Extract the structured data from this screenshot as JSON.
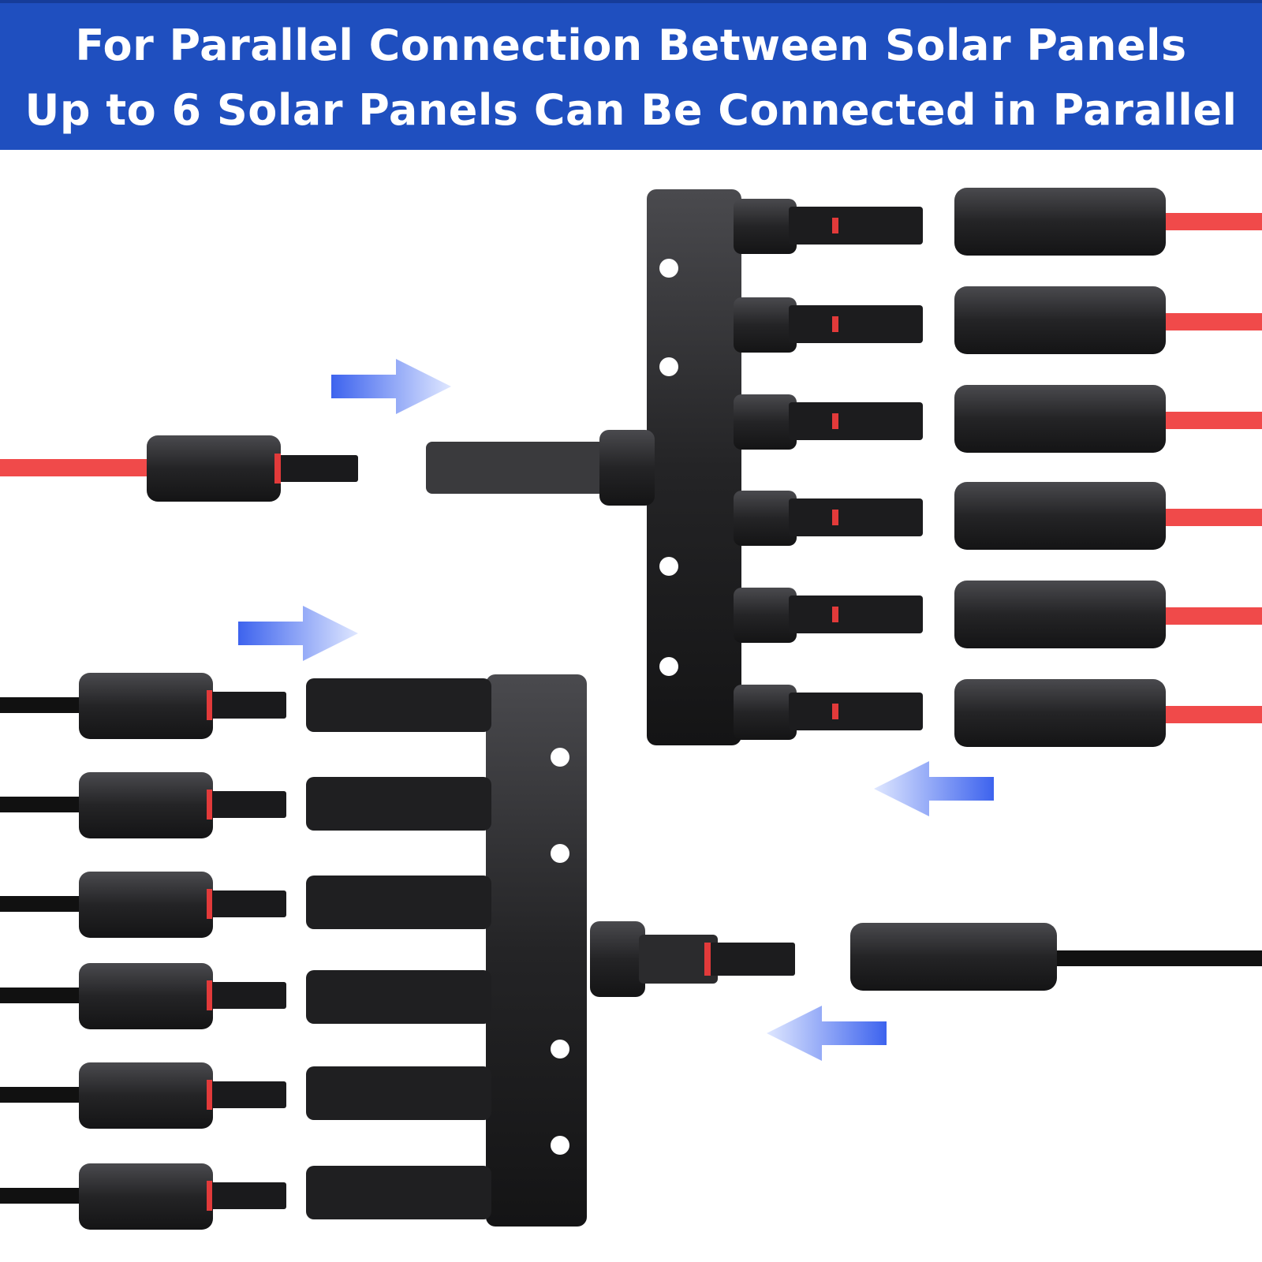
{
  "banner": {
    "line1": "For Parallel Connection Between Solar Panels",
    "line2": "Up to 6 Solar Panels Can Be Connected in Parallel"
  },
  "colors": {
    "banner_background": "#1f4fbf",
    "banner_text": "#ffffff",
    "arrow_blue": "#4a6cf0",
    "red_cable": "#f04a4a",
    "black_cable": "#111111",
    "connector_body": "#2a2a2c"
  },
  "scene": {
    "top_branch_connector": {
      "cable_color": "red",
      "outputs": 6
    },
    "bottom_branch_connector": {
      "cable_color": "black",
      "outputs": 6
    },
    "arrows": [
      "right-arrow-icon",
      "right-arrow-icon",
      "left-arrow-icon",
      "left-arrow-icon"
    ]
  }
}
